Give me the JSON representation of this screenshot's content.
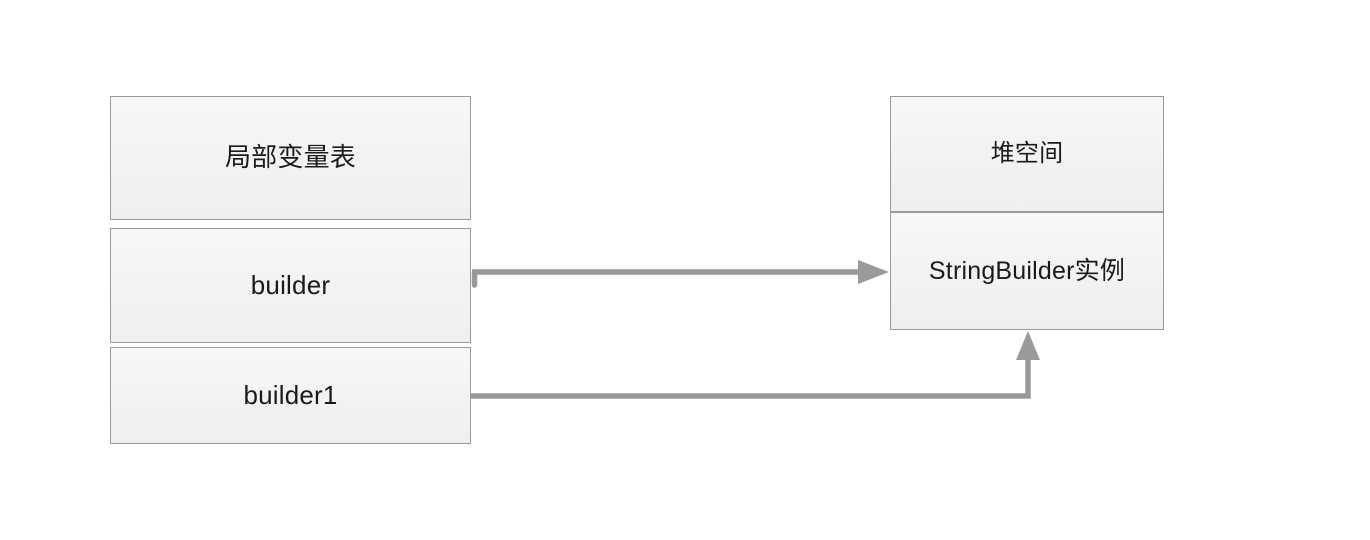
{
  "diagram": {
    "title": "Java StringBuilder reference diagram",
    "background_color": "#ffffff",
    "box_fill_color": "#f3f3f3",
    "box_border_color": "#9a9a9a",
    "connector_color": "#999999",
    "text_color": "#1a1a1a"
  },
  "stack_frame": {
    "header": "局部变量表",
    "slots": [
      {
        "name": "builder"
      },
      {
        "name": "builder1"
      }
    ]
  },
  "heap": {
    "header": "堆空间",
    "objects": [
      {
        "name": "StringBuilder实例"
      }
    ]
  },
  "connectors": [
    {
      "id": "builder-to-instance",
      "from": "builder",
      "to": "StringBuilder实例",
      "style": "straight-arrow",
      "direction": "left-to-right"
    },
    {
      "id": "builder1-to-instance",
      "from": "builder1",
      "to": "StringBuilder实例",
      "style": "elbow-arrow",
      "direction": "right-then-up"
    }
  ]
}
